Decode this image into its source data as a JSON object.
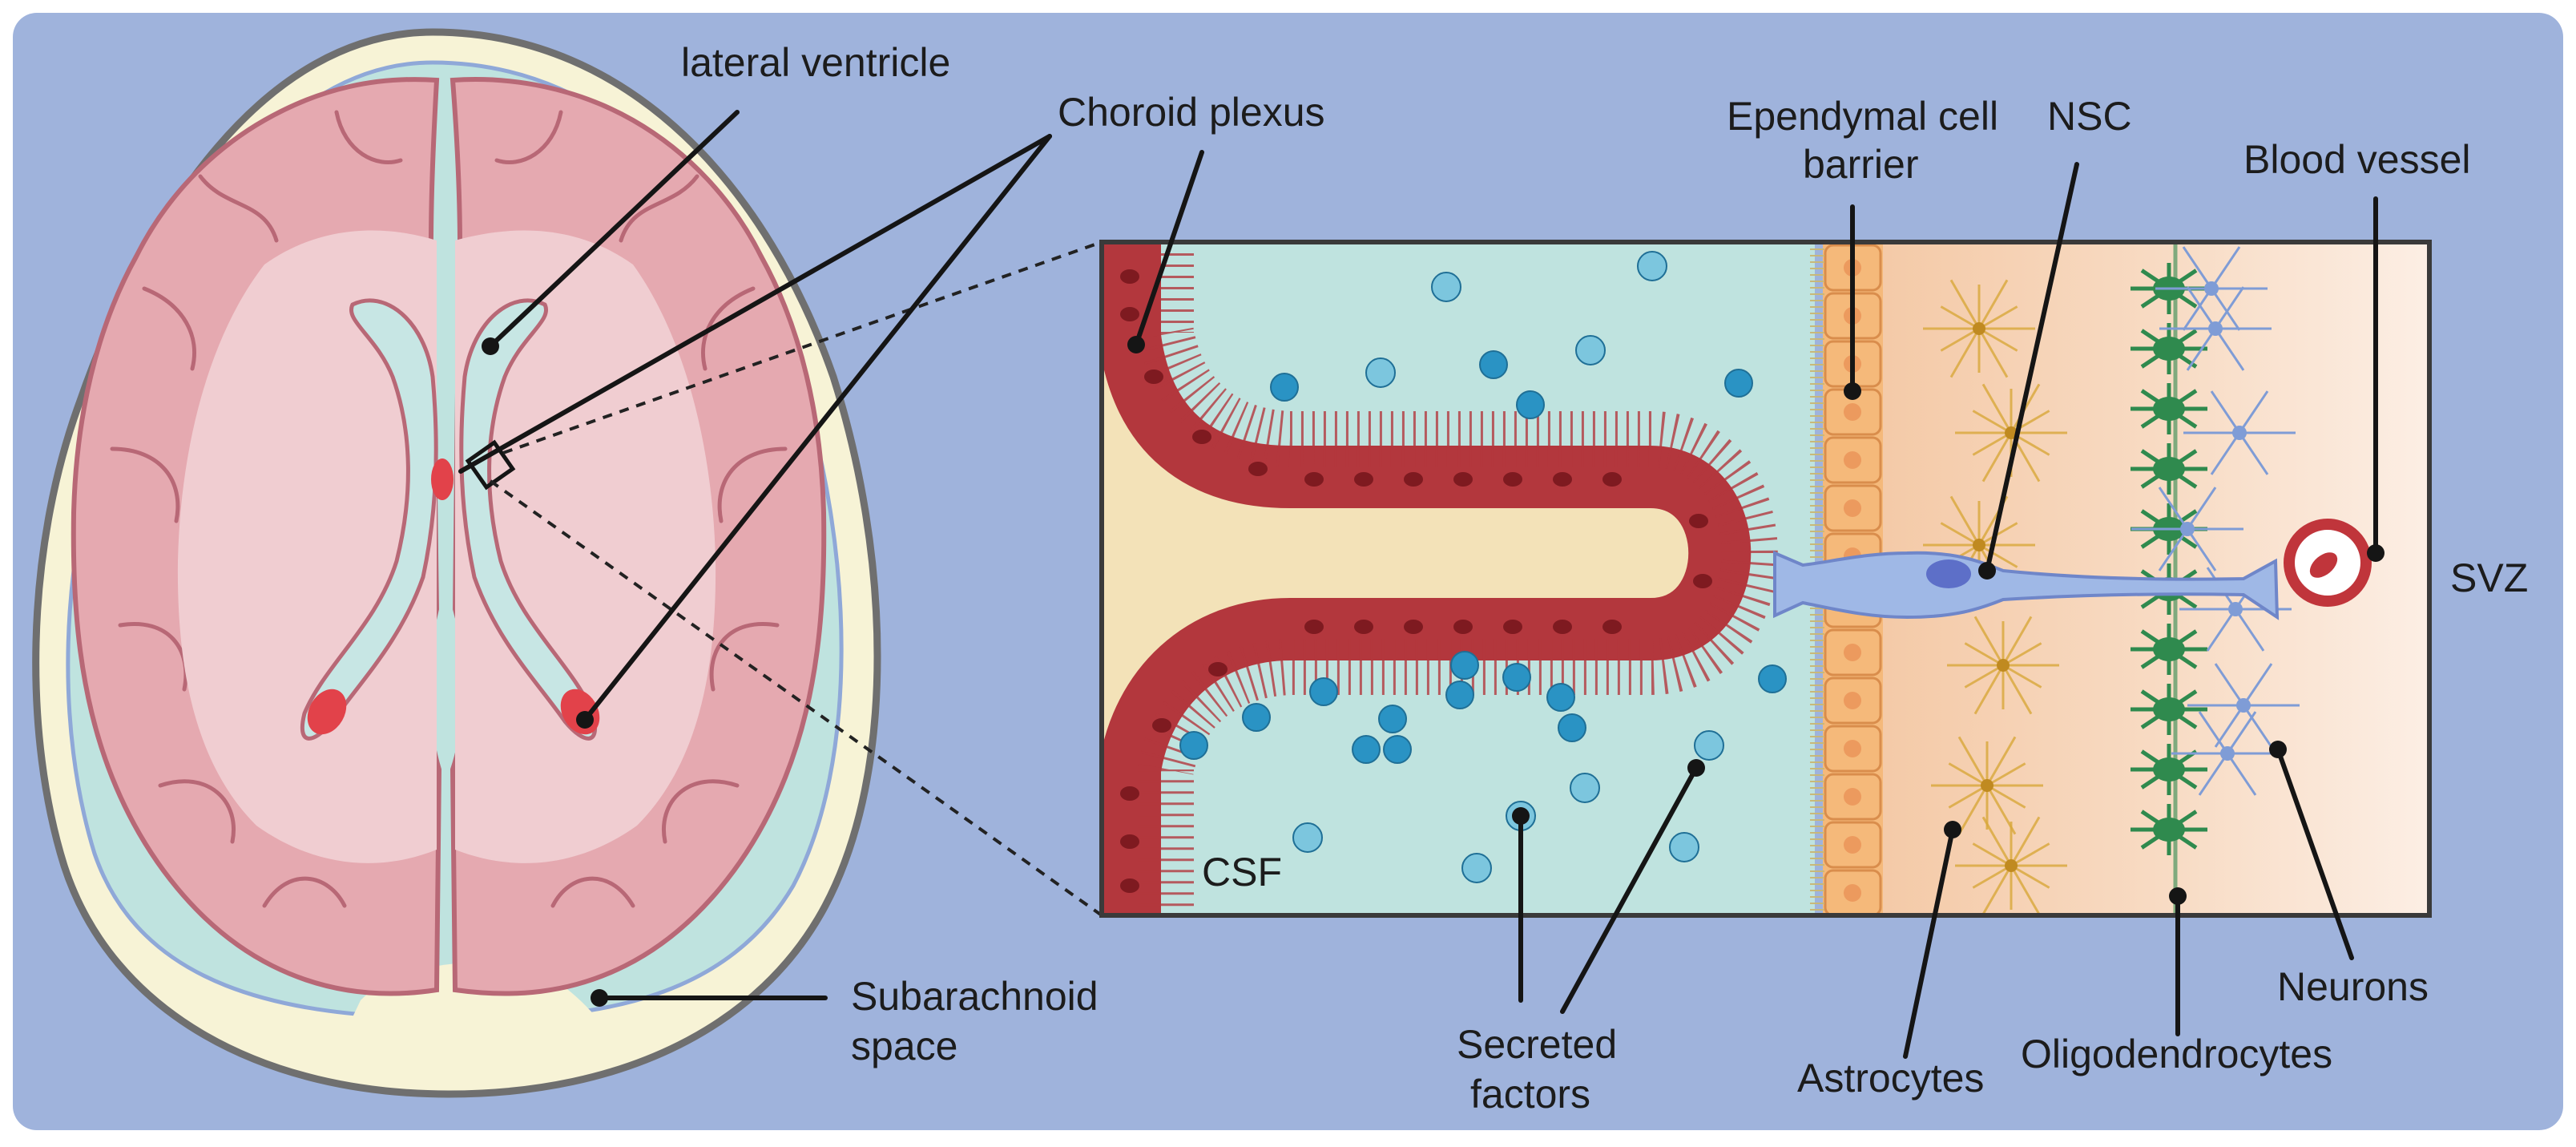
{
  "labels": {
    "lateral_ventricle": "lateral ventricle",
    "choroid_plexus": "Choroid plexus",
    "ependymal_line1": "Ependymal cell",
    "ependymal_line2": "barrier",
    "nsc": "NSC",
    "blood_vessel": "Blood vessel",
    "svz": "SVZ",
    "csf": "CSF",
    "subarachnoid_line1": "Subarachnoid",
    "subarachnoid_line2": "space",
    "secreted_line1": "Secreted",
    "secreted_line2": "factors",
    "astrocytes": "Astrocytes",
    "oligodendrocytes": "Oligodendrocytes",
    "neurons": "Neurons"
  },
  "colors": {
    "frame": "#9fb3dc",
    "skull": "#f7f3d6",
    "skull_outline": "#6f6f6f",
    "meninges": "#bfe3df",
    "meninges_line": "#8fa8d8",
    "cortex": "#e5a9b0",
    "cortex_dark": "#b86876",
    "white_matter": "#f0cdd1",
    "ventricle": "#c7e6e4",
    "choroid_red": "#e2424a",
    "csf_bg": "#bfe3df",
    "core": "#f3e2b8",
    "epithelium": "#b3373d",
    "epithelium_nucleus": "#7e1a20",
    "ependymal": "#f5b97a",
    "ependymal_edge": "#d98d4c",
    "svz_warm": "#f1bf9a",
    "astro": "#d9a83a",
    "oligo": "#2f8a4e",
    "neuron": "#7f9cd6",
    "nsc": "#9fb8e6",
    "nsc_nucleus": "#5d6fc8",
    "vessel": "#c0353b",
    "factor": "#2a93c4",
    "factor_light": "#7cc6de"
  }
}
